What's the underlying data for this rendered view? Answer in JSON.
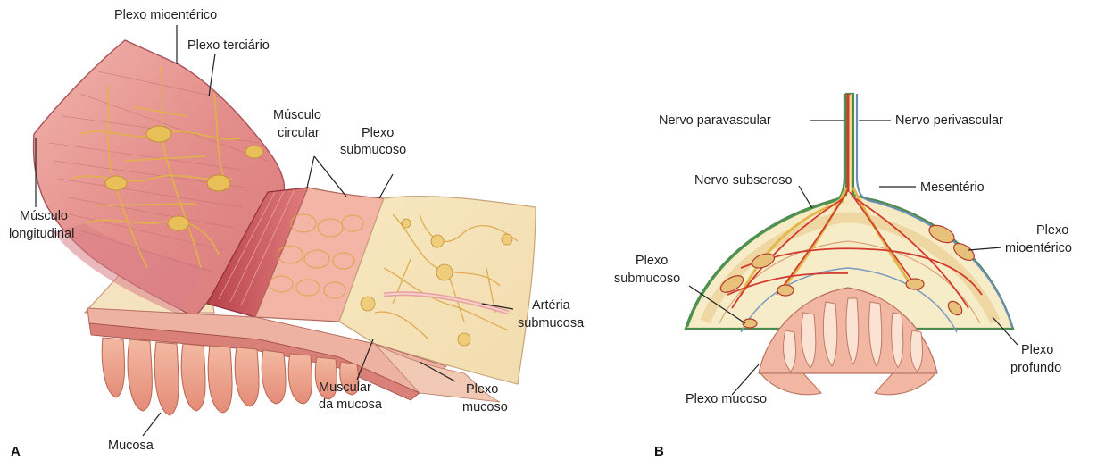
{
  "panels": {
    "a": {
      "letter": "A",
      "labels": {
        "plexo_mioenterico": "Plexo mioentérico",
        "plexo_terciario": "Plexo terciário",
        "musculo_circular_1": "Músculo",
        "musculo_circular_2": "circular",
        "plexo_submucoso_1": "Plexo",
        "plexo_submucoso_2": "submucoso",
        "musculo_longitudinal_1": "Músculo",
        "musculo_longitudinal_2": "longitudinal",
        "arteria_submucosa_1": "Artéria",
        "arteria_submucosa_2": "submucosa",
        "muscular_mucosa_1": "Muscular",
        "muscular_mucosa_2": "da mucosa",
        "plexo_mucoso_1": "Plexo",
        "plexo_mucoso_2": "mucoso",
        "mucosa": "Mucosa"
      }
    },
    "b": {
      "letter": "B",
      "labels": {
        "nervo_paravascular": "Nervo paravascular",
        "nervo_perivascular": "Nervo perivascular",
        "nervo_subseroso": "Nervo subseroso",
        "mesenterio": "Mesentério",
        "plexo_mioenterico_1": "Plexo",
        "plexo_mioenterico_2": "mioentérico",
        "plexo_submucoso_1": "Plexo",
        "plexo_submucoso_2": "submucoso",
        "plexo_profundo_1": "Plexo",
        "plexo_profundo_2": "profundo",
        "plexo_mucoso": "Plexo mucoso"
      }
    }
  },
  "colors": {
    "muscle_pink": "#e79a94",
    "muscle_dark": "#c9545a",
    "plexus_yellow": "#e8b84a",
    "submucosa_cream": "#f6e8c4",
    "mucosa_pink": "#eaa58e",
    "vessel_red": "#d23a2e",
    "serosa_green": "#5a9a5a",
    "mesentery_blue": "#6b8fb0"
  }
}
